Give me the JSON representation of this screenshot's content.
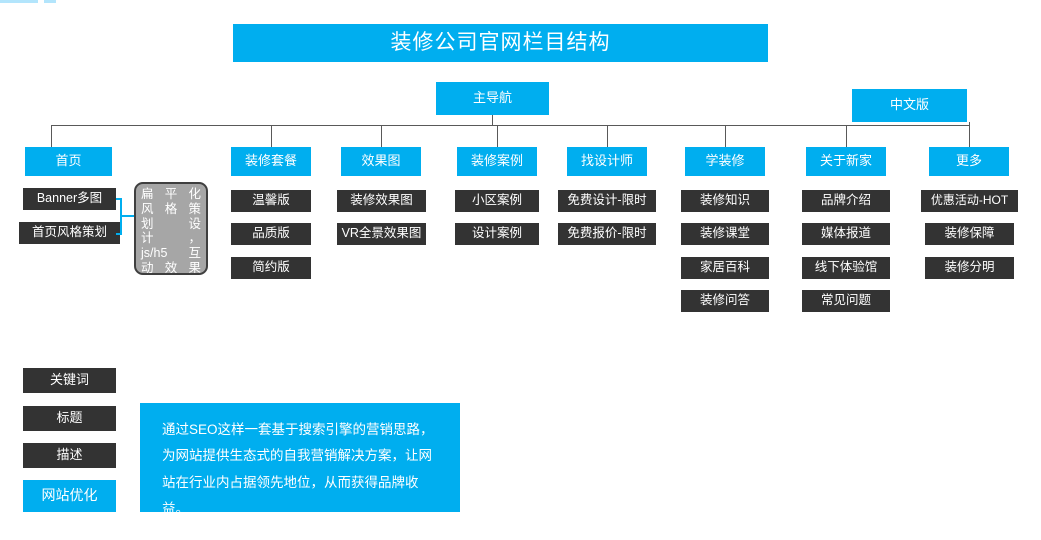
{
  "page": {
    "title": "装修公司官网栏目结构",
    "background": "#ffffff",
    "accent_blue": "#00aeef",
    "dark_box": "#333333",
    "note_box_gray": "#a6a6a6",
    "top_strip_color": "#b3e5fc"
  },
  "nav": {
    "main_nav_label": "主导航",
    "language_label": "中文版"
  },
  "columns": [
    {
      "head": "首页",
      "items": [
        "Banner多图",
        "首页风格策划"
      ],
      "note": {
        "lines": [
          "扁平化",
          "风格策",
          "划 设",
          "计 ，",
          "js/h5 互",
          "动效果"
        ],
        "full_text": "扁平化风格策划设计，js/h5互动效果"
      }
    },
    {
      "head": "装修套餐",
      "items": [
        "温馨版",
        "品质版",
        "简约版"
      ]
    },
    {
      "head": "效果图",
      "items": [
        "装修效果图",
        "VR全景效果图"
      ]
    },
    {
      "head": "装修案例",
      "items": [
        "小区案例",
        "设计案例"
      ]
    },
    {
      "head": "找设计师",
      "items": [
        "免费设计-限时",
        "免费报价-限时"
      ]
    },
    {
      "head": "学装修",
      "items": [
        "装修知识",
        "装修课堂",
        "家居百科",
        "装修问答"
      ]
    },
    {
      "head": "关于新家",
      "items": [
        "品牌介绍",
        "媒体报道",
        "线下体验馆",
        "常见问题"
      ]
    },
    {
      "head": "更多",
      "items": [
        "优惠活动-HOT",
        "装修保障",
        "装修分明"
      ]
    }
  ],
  "seo": {
    "items": [
      "关键词",
      "标题",
      "描述"
    ],
    "highlight": "网站优化",
    "description": "通过SEO这样一套基于搜索引擎的营销思路，为网站提供生态式的自我营销解决方案，让网站在行业内占据领先地位，从而获得品牌收益。"
  }
}
